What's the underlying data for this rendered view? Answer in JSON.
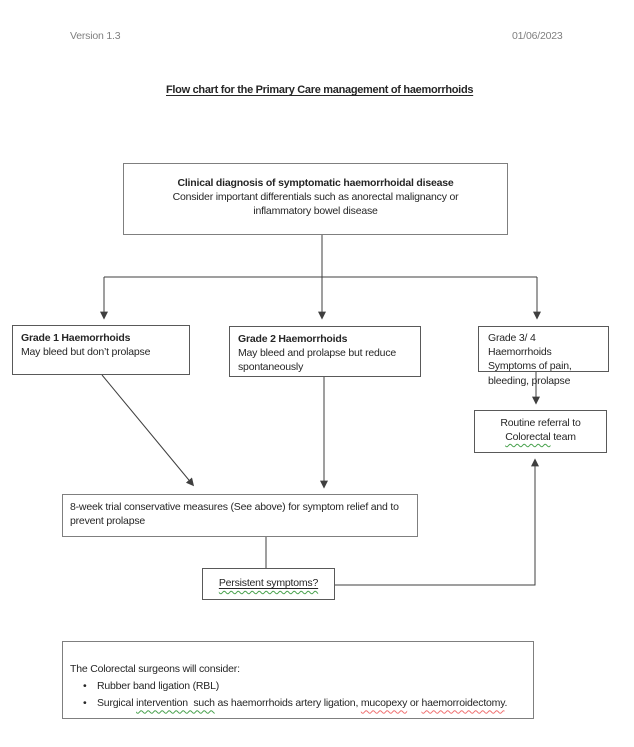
{
  "header": {
    "version": "Version 1.3",
    "date": "01/06/2023",
    "title": "Flow chart for the Primary Care management of haemorrhoids"
  },
  "boxes": {
    "diagnosis": {
      "heading": "Clinical diagnosis of symptomatic haemorrhoidal disease",
      "body": "Consider important differentials such as anorectal malignancy or inflammatory bowel disease"
    },
    "grade1": {
      "heading": "Grade 1 Haemorrhoids",
      "body": "May bleed but don’t prolapse"
    },
    "grade2": {
      "heading": "Grade 2 Haemorrhoids",
      "body": "May bleed and prolapse but reduce spontaneously"
    },
    "grade34": {
      "line1": "Grade 3/ 4 Haemorrhoids",
      "body": "Symptoms of pain, bleeding, prolapse"
    },
    "referral": {
      "line1": "Routine referral to",
      "colorectal": "Colorectal",
      "team": " team"
    },
    "trial": {
      "text": "8-week trial conservative measures (See above) for symptom relief and to prevent prolapse"
    },
    "persistent": {
      "text": "Persistent symptoms?"
    },
    "surgeons": {
      "intro": "The Colorectal surgeons will consider:",
      "bullet_glyph": "•",
      "bullet1": "Rubber band ligation (RBL)",
      "bullet2_prefix": "Surgical ",
      "bullet2_green": "intervention  such",
      "bullet2_mid": " as haemorrhoids artery ligation, ",
      "bullet2_red1": "mucopexy",
      "bullet2_or": " or ",
      "bullet2_red2": "haemorroidectomy",
      "bullet2_end": "."
    }
  },
  "colors": {
    "text": "#262626",
    "muted_header": "#7f7f7f",
    "box_border": "#595959",
    "connector": "#3f3f3f",
    "grammar_green": "#46a04b",
    "spell_red": "#ef6f6f"
  }
}
